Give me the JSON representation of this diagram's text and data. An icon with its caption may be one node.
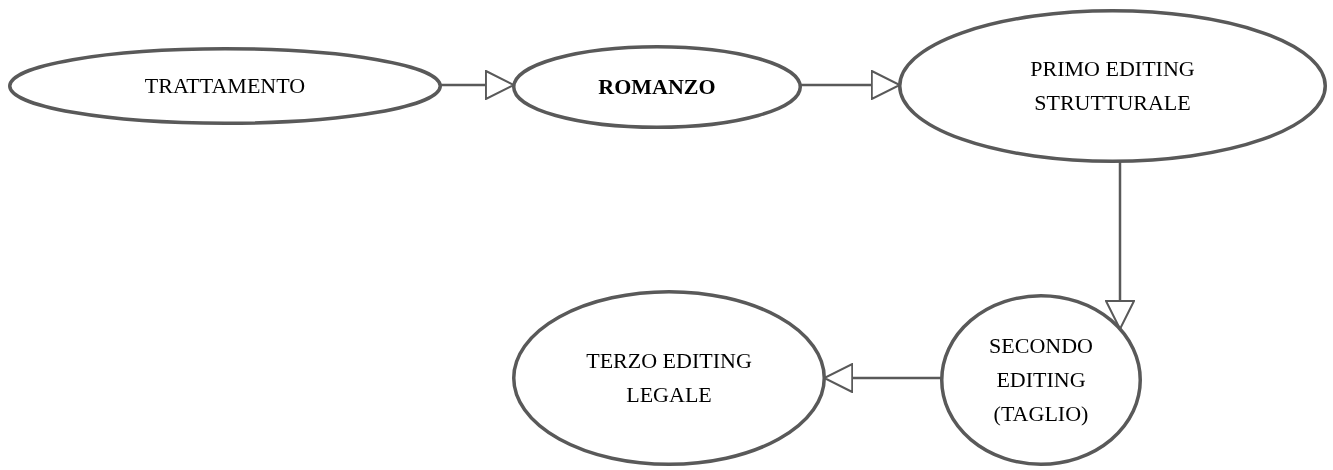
{
  "diagram": {
    "nodes": [
      {
        "text": [
          "TRATTAMENTO"
        ]
      },
      {
        "text": [
          "ROMANZO"
        ]
      },
      {
        "text": [
          "PRIMO EDITING STRUTTURALE"
        ]
      },
      {
        "text": [
          "SECONDO EDITING (TAGLIO)"
        ]
      },
      {
        "text": [
          "TERZO EDITING LEGALE"
        ]
      }
    ],
    "edges": [
      {
        "from": 0,
        "to": 1,
        "arrow": "to"
      },
      {
        "from": 1,
        "to": 2,
        "arrow": "to"
      },
      {
        "from": 2,
        "to": 3,
        "arrow": "to"
      },
      {
        "from": 3,
        "to": 4,
        "arrow": "to"
      }
    ]
  }
}
